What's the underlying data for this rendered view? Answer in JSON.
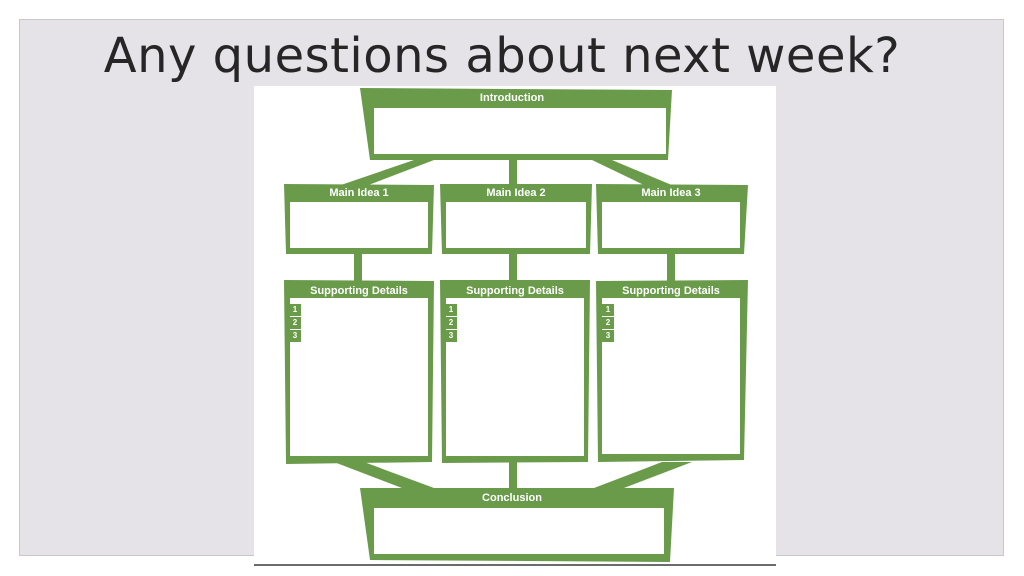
{
  "slide": {
    "title": "Any questions about next week?"
  },
  "organizer": {
    "color": "#6a9b4a",
    "introduction": "Introduction",
    "main_ideas": [
      "Main Idea 1",
      "Main Idea 2",
      "Main Idea 3"
    ],
    "supporting_details": "Supporting Details",
    "detail_numbers": [
      "1",
      "2",
      "3"
    ],
    "conclusion": "Conclusion"
  }
}
